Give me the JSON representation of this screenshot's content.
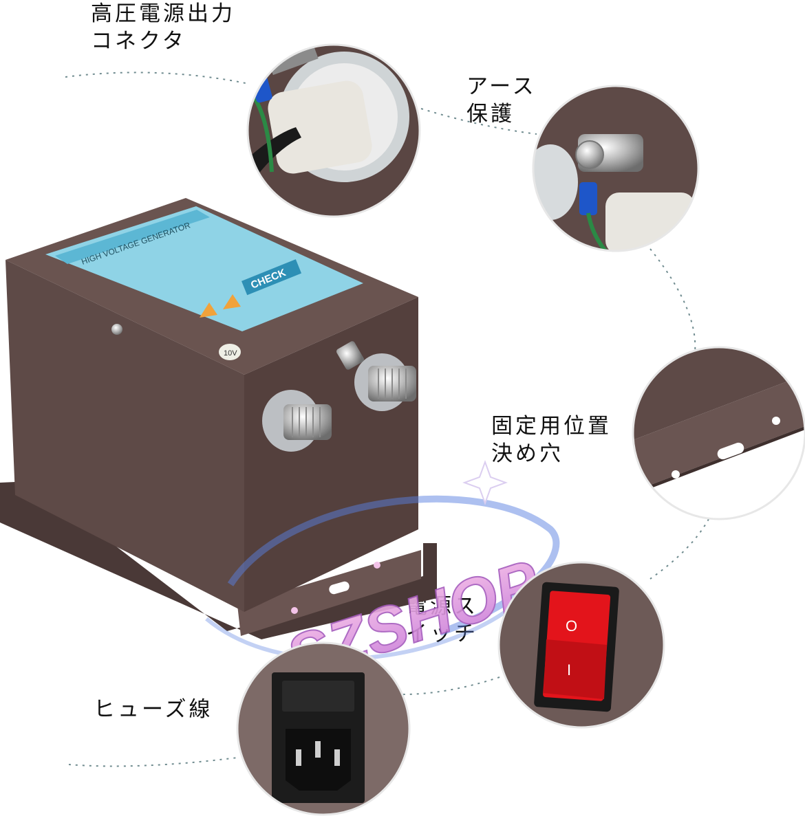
{
  "labels": {
    "hv_connector": {
      "line1": "高圧電源出力",
      "line2": "コネクタ"
    },
    "earth": {
      "line1": "アース",
      "line2": "保護"
    },
    "mount_hole": {
      "line1": "固定用位置",
      "line2": "決め穴"
    },
    "power_switch": {
      "line1": "電源ス",
      "line2": "イッチ"
    },
    "fuse": {
      "line1": "ヒューズ線"
    }
  },
  "watermark": {
    "text": "SZSHOP"
  },
  "device": {
    "sticker_title": "HIGH VOLTAGE GENERATOR",
    "sticker_check": "CHECK",
    "voltage_badge": "10V"
  },
  "switch": {
    "on_mark": "O",
    "off_mark": "I"
  },
  "colors": {
    "housing": "#5e4a47",
    "housing_dark": "#3a2c2a",
    "sticker": "#8fd3e6",
    "switch_red": "#e3141b",
    "watermark_pink": "#e9a0d8",
    "watermark_blue": "#5a7fe0"
  }
}
